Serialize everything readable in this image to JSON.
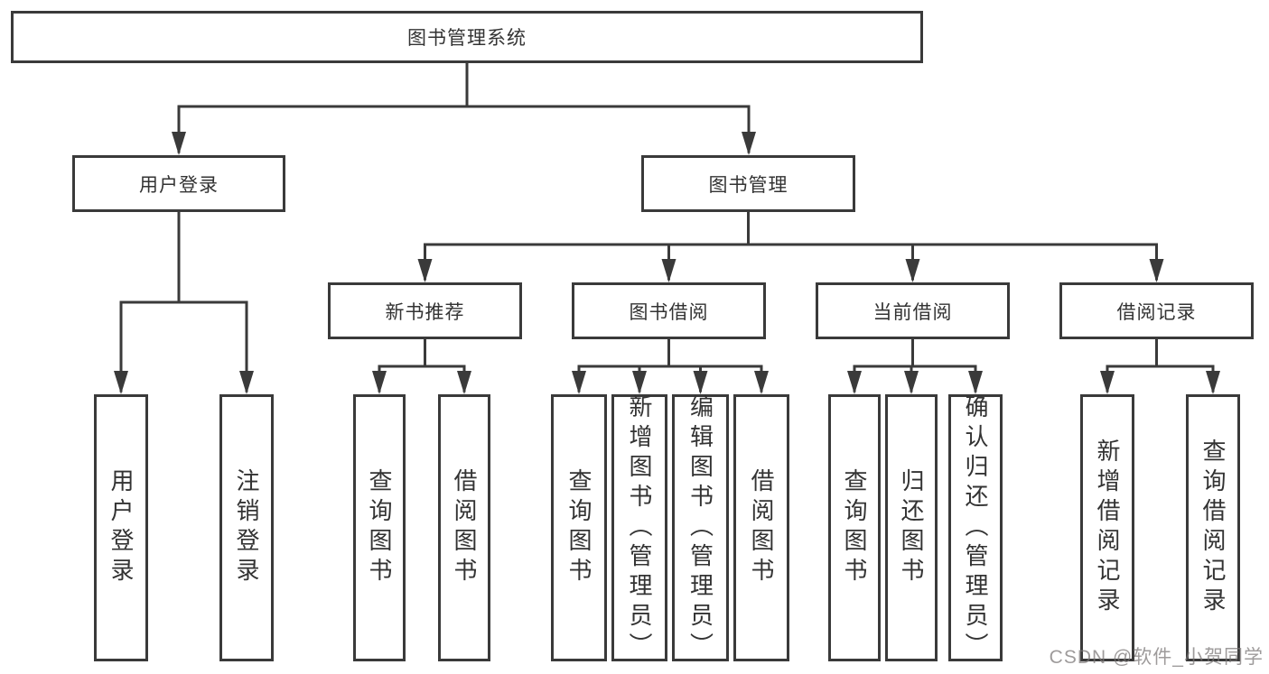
{
  "diagram": {
    "root": {
      "label": "图书管理系统"
    },
    "level2": [
      {
        "label": "用户登录"
      },
      {
        "label": "图书管理"
      }
    ],
    "level3": [
      {
        "label": "新书推荐"
      },
      {
        "label": "图书借阅"
      },
      {
        "label": "当前借阅"
      },
      {
        "label": "借阅记录"
      }
    ],
    "leaves": {
      "user_login": [
        "用户登录",
        "注销登录"
      ],
      "new_book": [
        "查询图书",
        "借阅图书"
      ],
      "book_borrow": [
        "查询图书",
        "新增图书（管理员）",
        "编辑图书（管理员）",
        "借阅图书"
      ],
      "current_borrow": [
        "查询图书",
        "归还图书",
        "确认归还（管理员）"
      ],
      "borrow_record": [
        "新增借阅记录",
        "查询借阅记录"
      ]
    }
  },
  "watermark": {
    "text": "CSDN @软件_小贺同学"
  },
  "colors": {
    "line": "#3a3a3a",
    "text": "#333333",
    "watermark": "#787474"
  }
}
